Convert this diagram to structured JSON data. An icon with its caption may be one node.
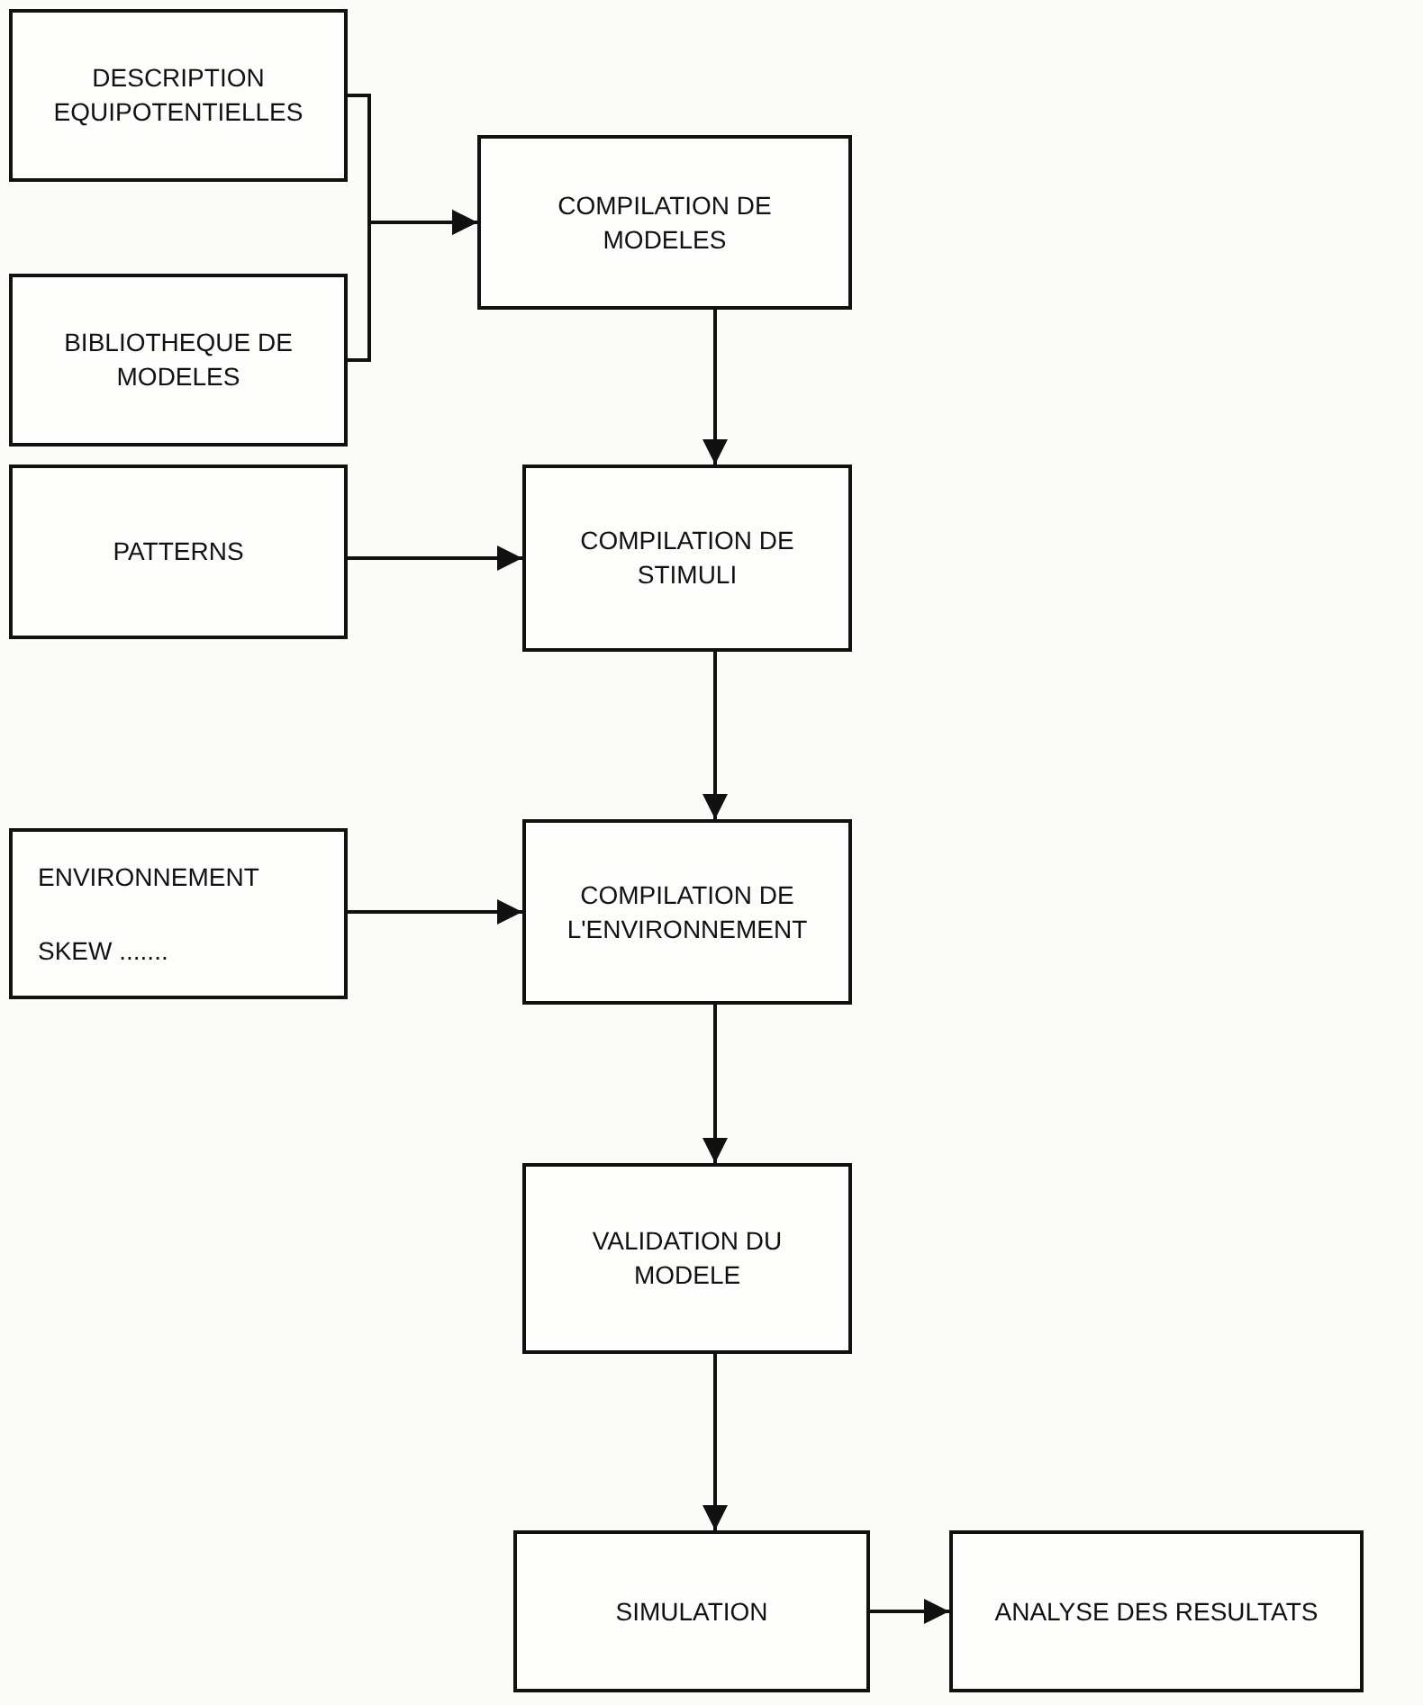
{
  "diagram": {
    "nodes": [
      {
        "text": [
          "DESCRIPTION EQUIPOTENTIELLES"
        ]
      },
      {
        "text": [
          "BIBLIOTHEQUE DE MODELES"
        ]
      },
      {
        "text": [
          "COMPILATION DE MODELES"
        ]
      },
      {
        "text": [
          "PATTERNS"
        ]
      },
      {
        "text": [
          "COMPILATION DE STIMULI"
        ]
      },
      {
        "text": [
          "ENVIRONNEMENT",
          "SKEW ......."
        ]
      },
      {
        "text": [
          "COMPILATION DE L'ENVIRONNEMENT"
        ]
      },
      {
        "text": [
          "VALIDATION DU MODELE"
        ]
      },
      {
        "text": [
          "SIMULATION"
        ]
      },
      {
        "text": [
          "ANALYSE DES RESULTATS"
        ]
      }
    ],
    "edges": [
      {
        "from": 0,
        "to": 2,
        "arrow": "to"
      },
      {
        "from": 1,
        "to": 2,
        "arrow": "to"
      },
      {
        "from": 2,
        "to": 4,
        "arrow": "to"
      },
      {
        "from": 3,
        "to": 4,
        "arrow": "to"
      },
      {
        "from": 4,
        "to": 6,
        "arrow": "to"
      },
      {
        "from": 5,
        "to": 6,
        "arrow": "to"
      },
      {
        "from": 6,
        "to": 7,
        "arrow": "to"
      },
      {
        "from": 7,
        "to": 8,
        "arrow": "to"
      },
      {
        "from": 8,
        "to": 9,
        "arrow": "to"
      }
    ]
  }
}
